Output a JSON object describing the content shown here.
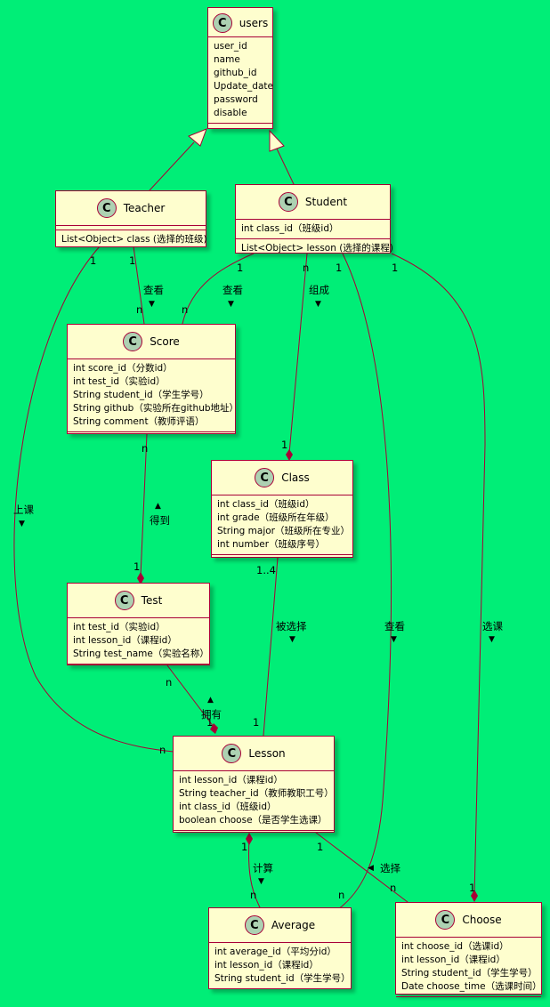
{
  "classes": {
    "users": {
      "name": "users",
      "fields": [
        "user_id",
        "name",
        "github_id",
        "Update_date",
        "password",
        "disable"
      ]
    },
    "teacher": {
      "name": "Teacher",
      "fields": [],
      "methods": [
        "List<Object> class (选择的班级)"
      ]
    },
    "student": {
      "name": "Student",
      "fields": [
        "int class_id（班级id）"
      ],
      "methods": [
        "List<Object> lesson (选择的课程)"
      ]
    },
    "score": {
      "name": "Score",
      "fields": [
        "int score_id（分数id）",
        "int test_id（实验id）",
        "String student_id（学生学号）",
        "String github（实验所在github地址）",
        "String comment（教师评语）"
      ]
    },
    "class": {
      "name": "Class",
      "fields": [
        "int class_id（班级id）",
        "int grade（班级所在年级）",
        "String major（班级所在专业）",
        "int number（班级序号）"
      ]
    },
    "test": {
      "name": "Test",
      "fields": [
        "int test_id（实验id）",
        "int lesson_id（课程id）",
        "String test_name（实验名称）"
      ]
    },
    "lesson": {
      "name": "Lesson",
      "fields": [
        "int lesson_id（课程id）",
        "String teacher_id（教师教职工号）",
        "int class_id（班级id）",
        "boolean choose（是否学生选课）"
      ]
    },
    "average": {
      "name": "Average",
      "fields": [
        "int average_id（平均分id）",
        "int lesson_id（课程id）",
        "String student_id（学生学号）"
      ]
    },
    "choose": {
      "name": "Choose",
      "fields": [
        "int choose_id（选课id）",
        "int lesson_id（课程id）",
        "String student_id（学生学号）",
        "Date choose_time（选课时间）"
      ]
    }
  },
  "circle_letter": "C",
  "relations": {
    "teacher_score": {
      "label": "查看",
      "arrow": "▼",
      "m1": "1",
      "m2": "n"
    },
    "student_score": {
      "label": "查看",
      "arrow": "▼",
      "m1": "1",
      "m2": "n"
    },
    "student_class": {
      "label": "组成",
      "arrow": "▼",
      "m1": "n",
      "m2": "1"
    },
    "teacher_lesson": {
      "label": "上课",
      "arrow": "▼",
      "m1": "1",
      "m2": "n"
    },
    "score_test": {
      "label": "得到",
      "arrow": "▲",
      "m1": "n",
      "m2": "1"
    },
    "class_lesson": {
      "label": "被选择",
      "arrow": "▼",
      "m1": "1..4",
      "m2": "1"
    },
    "test_lesson": {
      "label": "拥有",
      "arrow": "▲",
      "m1": "n",
      "m2": "1"
    },
    "student_average": {
      "label": "查看",
      "arrow": "▼",
      "m1": "1",
      "m2": "n"
    },
    "student_choose": {
      "label": "选课",
      "arrow": "▼",
      "m1": "1",
      "m2": "1"
    },
    "lesson_average": {
      "label": "计算",
      "arrow": "▼",
      "m1": "1",
      "m2": "n"
    },
    "lesson_choose": {
      "label": "选择",
      "arrow": "◀",
      "m1": "1",
      "m2": "n"
    }
  },
  "colors": {
    "background": "#00ee77",
    "class_fill": "#fefece",
    "border": "#a80036",
    "icon": "#add1b2"
  }
}
